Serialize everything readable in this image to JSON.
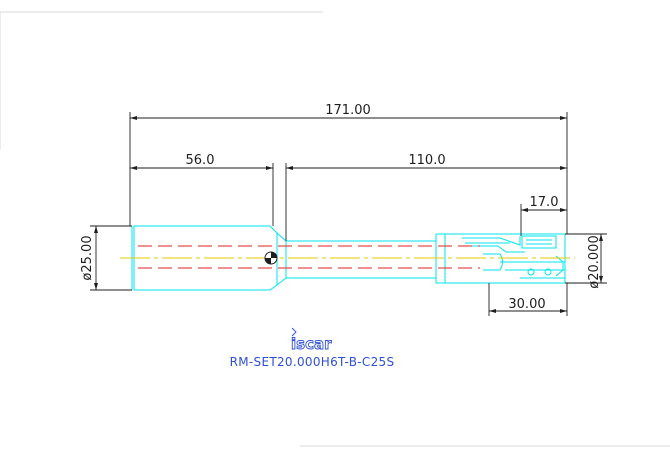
{
  "colors": {
    "outline": "#00e5ee",
    "centerline": "#e02020",
    "axis": "#e6c800",
    "dimension": "#1e1e1e",
    "caption": "#2f4fd6",
    "frame": "#d9d9d9"
  },
  "dimensions": {
    "overall_length": "171.00",
    "shank_length": "56.0",
    "body_length": "110.0",
    "tip_length": "17.0",
    "head_length": "30.00",
    "shank_diameter": "ø25.00",
    "cut_diameter": "ø20.000"
  },
  "logo": {
    "brand": "iscar"
  },
  "caption": {
    "part_number": "RM-SET20.000H6T-B-C25S"
  }
}
